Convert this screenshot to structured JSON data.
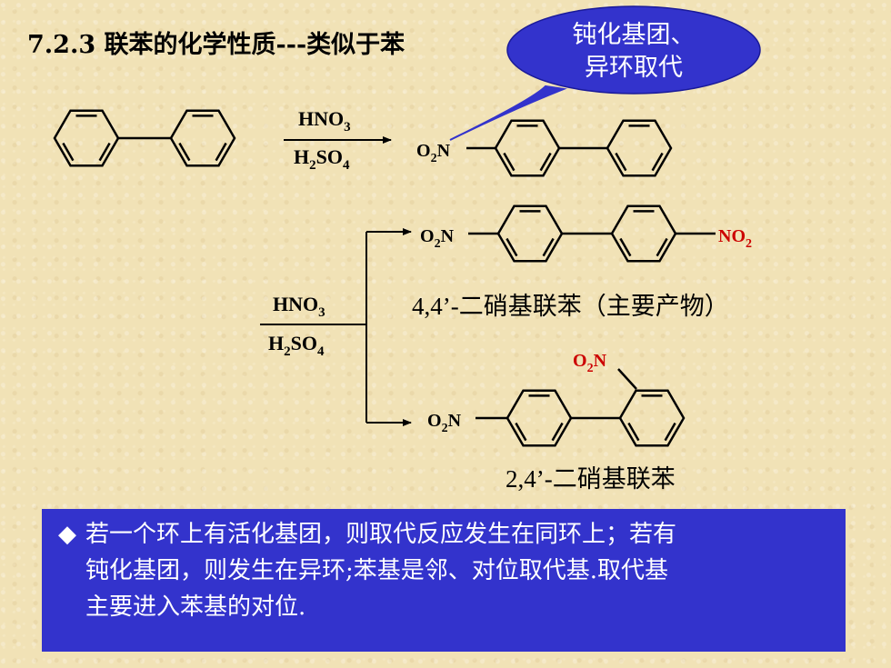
{
  "slide": {
    "title": "7.2.3 联苯的化学性质---类似于苯"
  },
  "callout": {
    "line1": "钝化基团、",
    "line2": "异环取代"
  },
  "reaction1": {
    "reagent_top": "HNO",
    "reagent_top_sub": "3",
    "reagent_bottom": "H",
    "reagent_bottom_sub1": "2",
    "reagent_bottom_mid": "SO",
    "reagent_bottom_sub2": "4",
    "product_group": "O",
    "product_group_sub": "2",
    "product_group_end": "N"
  },
  "reaction2": {
    "reagent_top": "HNO",
    "reagent_top_sub": "3",
    "reagent_bottom": "H",
    "reagent_bottom_sub1": "2",
    "reagent_bottom_mid": "SO",
    "reagent_bottom_sub2": "4"
  },
  "product_a": {
    "left_group": "O",
    "left_group_sub": "2",
    "left_group_end": "N",
    "right_group": "NO",
    "right_group_sub": "2",
    "name": "4,4’-二硝基联苯（主要产物）"
  },
  "product_b": {
    "left_group": "O",
    "left_group_sub": "2",
    "left_group_end": "N",
    "ortho_group": "O",
    "ortho_group_sub": "2",
    "ortho_group_end": "N",
    "name": "2,4’-二硝基联苯"
  },
  "info": {
    "bullet": "◆",
    "line1": "若一个环上有活化基团，则取代反应发生在同环上；若有",
    "line2": "钝化基团，则发生在异环;苯基是邻、对位取代基.取代基",
    "line3": "主要进入苯基的对位."
  },
  "colors": {
    "background": "#f1e2b6",
    "callout_fill": "#3333cc",
    "info_box_fill": "#3333cc",
    "highlight_text": "#cc0000"
  }
}
